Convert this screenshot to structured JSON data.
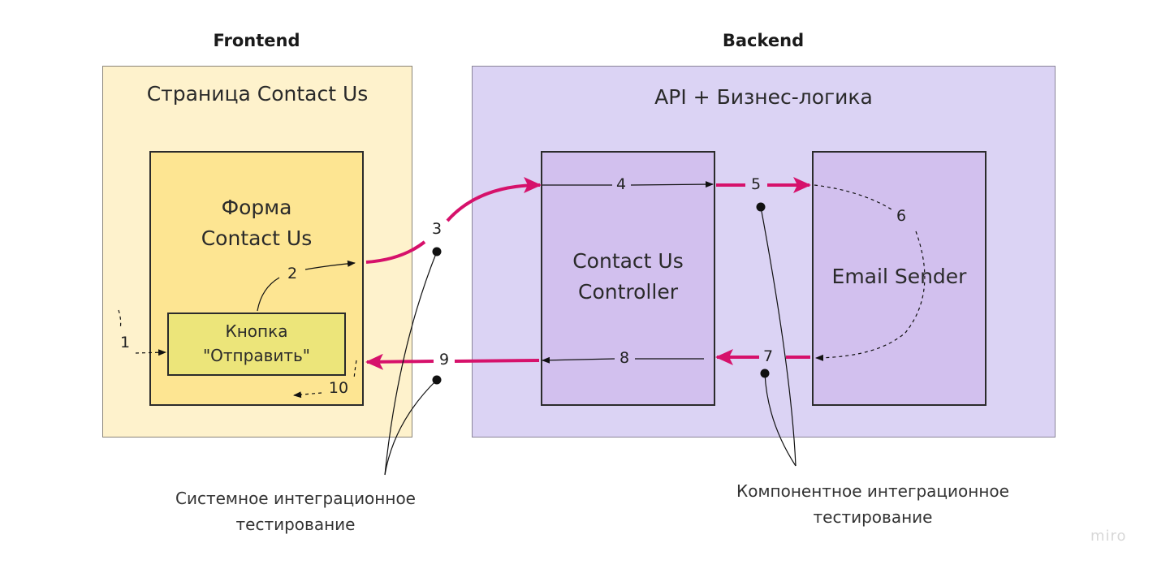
{
  "sections": {
    "frontend_title": "Frontend",
    "backend_title": "Backend"
  },
  "frontend": {
    "page_label": "Страница Contact Us",
    "form_label_line1": "Форма",
    "form_label_line2": "Contact Us",
    "button_label_line1": "Кнопка",
    "button_label_line2": "\"Отправить\""
  },
  "backend": {
    "area_label": "API + Бизнес-логика",
    "controller_line1": "Contact Us",
    "controller_line2": "Controller",
    "sender_label": "Email Sender"
  },
  "steps": [
    "1",
    "2",
    "3",
    "4",
    "5",
    "6",
    "7",
    "8",
    "9",
    "10"
  ],
  "captions": {
    "system_line1": "Системное интеграционное",
    "system_line2": "тестирование",
    "component_line1": "Компонентное интеграционное",
    "component_line2": "тестирование"
  },
  "watermark": "miro",
  "colors": {
    "integration_arrow": "#d6116b",
    "frontend_fill": "#fef2cc",
    "form_fill": "#fde592",
    "button_fill": "#ece57a",
    "backend_fill": "#dbd3f4",
    "component_fill": "#d2c0ee"
  }
}
